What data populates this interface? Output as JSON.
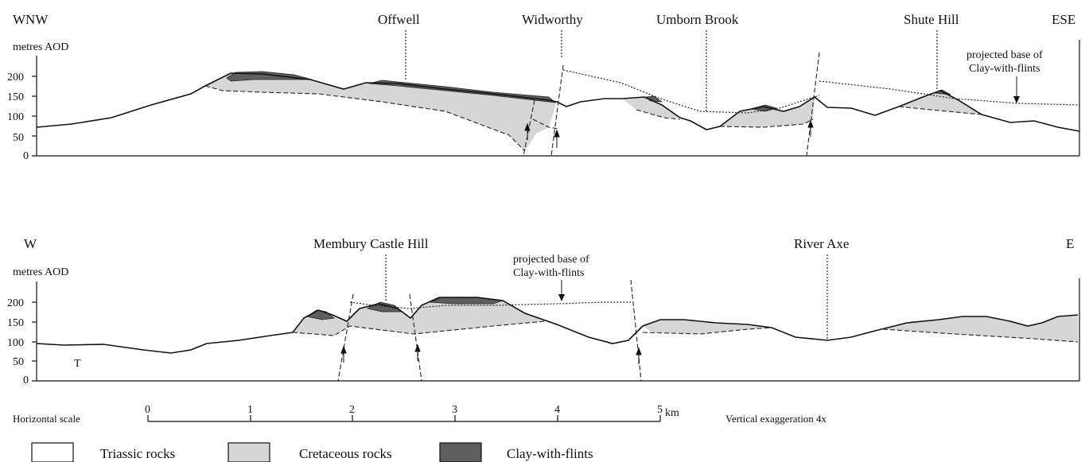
{
  "section_a": {
    "left_label": "WNW",
    "right_label": "ESE",
    "unit_label": "metres AOD",
    "y_ticks": [
      "200",
      "150",
      "100",
      "50",
      "0"
    ],
    "places": [
      "Offwell",
      "Widworthy",
      "Umborn Brook",
      "Shute Hill"
    ],
    "annotation_line1": "projected base of",
    "annotation_line2": "Clay-with-flints"
  },
  "section_b": {
    "left_label": "W",
    "right_label": "E",
    "unit_label": "metres AOD",
    "y_ticks": [
      "200",
      "150",
      "100",
      "50",
      "0"
    ],
    "places": [
      "Membury Castle Hill",
      "River Axe"
    ],
    "annotation_line1": "projected base of",
    "annotation_line2": "Clay-with-flints",
    "rock_code": "T"
  },
  "scale": {
    "label": "Horizontal scale",
    "ticks": [
      "0",
      "1",
      "2",
      "3",
      "4",
      "5"
    ],
    "unit": "km",
    "vertical_exaggeration": "Vertical exaggeration 4x"
  },
  "legend": [
    {
      "label": "Triassic rocks",
      "color": "#ffffff"
    },
    {
      "label": "Cretaceous rocks",
      "color": "#d6d6d6"
    },
    {
      "label": "Clay-with-flints",
      "color": "#5e5e5e"
    }
  ]
}
